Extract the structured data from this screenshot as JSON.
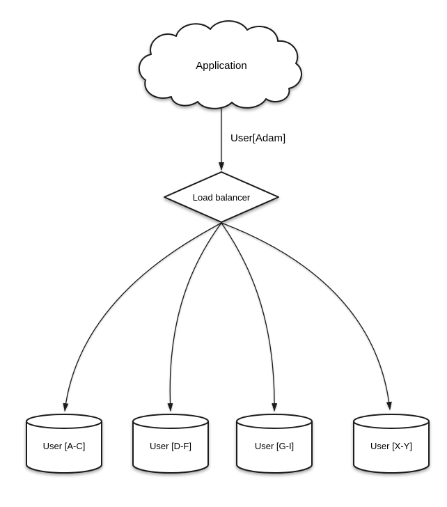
{
  "diagram": {
    "application": {
      "label": "Application"
    },
    "edge_label": "User[Adam]",
    "load_balancer": {
      "label": "Load balancer"
    },
    "shards": [
      {
        "label": "User [A-C]"
      },
      {
        "label": "User [D-F]"
      },
      {
        "label": "User [G-I]"
      },
      {
        "label": "User [X-Y]"
      }
    ],
    "colors": {
      "stroke": "#1a1a1a",
      "node_fill": "#ffffff",
      "text": "#000000",
      "background": "#ffffff"
    }
  }
}
